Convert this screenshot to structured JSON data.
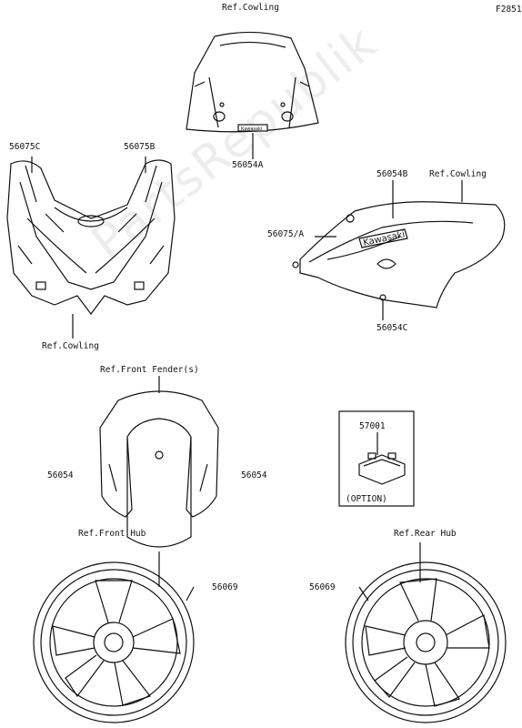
{
  "figure_id": "F2851",
  "labels": {
    "ref_cowling_top": "Ref.Cowling",
    "part_56054A": "56054A",
    "part_56075C": "56075C",
    "part_56075B": "56075B",
    "ref_cowling_left": "Ref.Cowling",
    "part_56054B": "56054B",
    "ref_cowling_right": "Ref.Cowling",
    "part_56075A": "56075/A",
    "part_56054C": "56054C",
    "ref_front_fender": "Ref.Front Fender(s)",
    "part_56054_left": "56054",
    "part_56054_right": "56054",
    "part_57001": "57001",
    "option": "(OPTION)",
    "ref_front_hub": "Ref.Front Hub",
    "ref_rear_hub": "Ref.Rear Hub",
    "part_56069_front": "56069",
    "part_56069_rear": "56069"
  },
  "decal_text": {
    "windshield_logo": "Kawasaki",
    "side_cowl_logo": "Kawasaki"
  },
  "watermark": "PartsRepublik"
}
